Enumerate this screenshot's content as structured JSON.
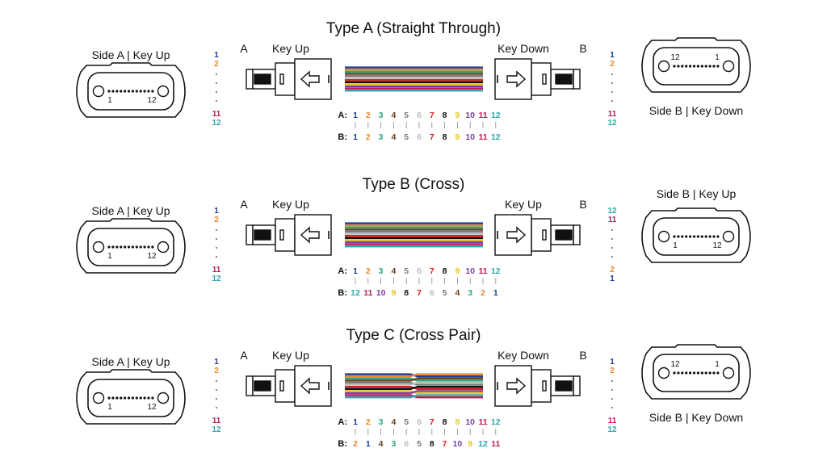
{
  "colors": {
    "fibers": [
      "#1f3d8f",
      "#e8862a",
      "#2aa77b",
      "#6b3e1e",
      "#7a7a7a",
      "#bdbdbd",
      "#d4242b",
      "#111111",
      "#e6c719",
      "#7a3fa0",
      "#c2185b",
      "#2fa6ad"
    ],
    "stroke": "#111111"
  },
  "icons": {
    "arrow_left": "arrow-left-icon",
    "arrow_right": "arrow-right-icon"
  },
  "panels": [
    {
      "title": "Type A (Straight Through)",
      "side_a_label": "Side A | Key Up",
      "side_a_pins": [
        "1",
        "12"
      ],
      "side_b_label": "Side B | Key Down",
      "side_b_pins": [
        "12",
        "1"
      ],
      "left_letter": "A",
      "left_key": "Key Up",
      "right_letter": "B",
      "right_key": "Key Down",
      "right_arrow": "right",
      "left_fibers_top": [
        "1",
        "2"
      ],
      "left_fibers_bottom": [
        "11",
        "12"
      ],
      "right_fibers_top": [
        "1",
        "2"
      ],
      "right_fibers_bottom": [
        "11",
        "12"
      ],
      "row_a_label": "A:",
      "row_b_label": "B:",
      "row_a": [
        "1",
        "2",
        "3",
        "4",
        "5",
        "6",
        "7",
        "8",
        "9",
        "10",
        "11",
        "12"
      ],
      "row_b": [
        "1",
        "2",
        "3",
        "4",
        "5",
        "6",
        "7",
        "8",
        "9",
        "10",
        "11",
        "12"
      ]
    },
    {
      "title": "Type B (Cross)",
      "side_a_label": "Side A | Key Up",
      "side_a_pins": [
        "1",
        "12"
      ],
      "side_b_label": "Side B | Key Up",
      "side_b_pins": [
        "1",
        "12"
      ],
      "left_letter": "A",
      "left_key": "Key Up",
      "right_letter": "B",
      "right_key": "Key Up",
      "right_arrow": "right",
      "left_fibers_top": [
        "1",
        "2"
      ],
      "left_fibers_bottom": [
        "11",
        "12"
      ],
      "right_fibers_top": [
        "12",
        "11"
      ],
      "right_fibers_bottom": [
        "2",
        "1"
      ],
      "row_a_label": "A:",
      "row_b_label": "B:",
      "row_a": [
        "1",
        "2",
        "3",
        "4",
        "5",
        "6",
        "7",
        "8",
        "9",
        "10",
        "11",
        "12"
      ],
      "row_b": [
        "12",
        "11",
        "10",
        "9",
        "8",
        "7",
        "6",
        "5",
        "4",
        "3",
        "2",
        "1"
      ]
    },
    {
      "title": "Type C (Cross Pair)",
      "side_a_label": "Side A | Key Up",
      "side_a_pins": [
        "1",
        "12"
      ],
      "side_b_label": "Side B | Key Down",
      "side_b_pins": [
        "12",
        "1"
      ],
      "left_letter": "A",
      "left_key": "Key Up",
      "right_letter": "B",
      "right_key": "Key Down",
      "right_arrow": "right",
      "left_fibers_top": [
        "1",
        "2"
      ],
      "left_fibers_bottom": [
        "11",
        "12"
      ],
      "right_fibers_top": [
        "1",
        "2"
      ],
      "right_fibers_bottom": [
        "11",
        "12"
      ],
      "row_a_label": "A:",
      "row_b_label": "B:",
      "row_a": [
        "1",
        "2",
        "3",
        "4",
        "5",
        "6",
        "7",
        "8",
        "9",
        "10",
        "11",
        "12"
      ],
      "row_b": [
        "2",
        "1",
        "4",
        "3",
        "6",
        "5",
        "8",
        "7",
        "10",
        "9",
        "12",
        "11"
      ]
    }
  ]
}
